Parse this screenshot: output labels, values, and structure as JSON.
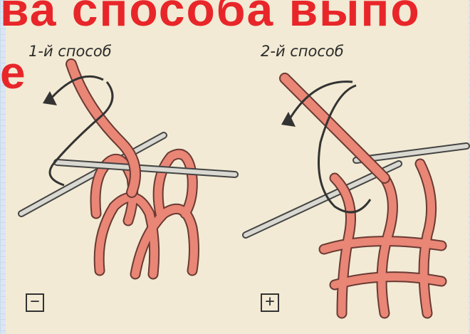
{
  "headline": {
    "line1": "ва способа выпо",
    "line2": "е"
  },
  "methods": [
    {
      "label": "1-й способ",
      "sign": "−",
      "sign_name": "minus"
    },
    {
      "label": "2-й способ",
      "sign": "+",
      "sign_name": "plus"
    }
  ],
  "colors": {
    "headline": "#e8262a",
    "yarn": "#e98676",
    "yarn_outline": "#6a3a33",
    "needle": "#d9d9d2",
    "paper": "#f2ead4"
  }
}
